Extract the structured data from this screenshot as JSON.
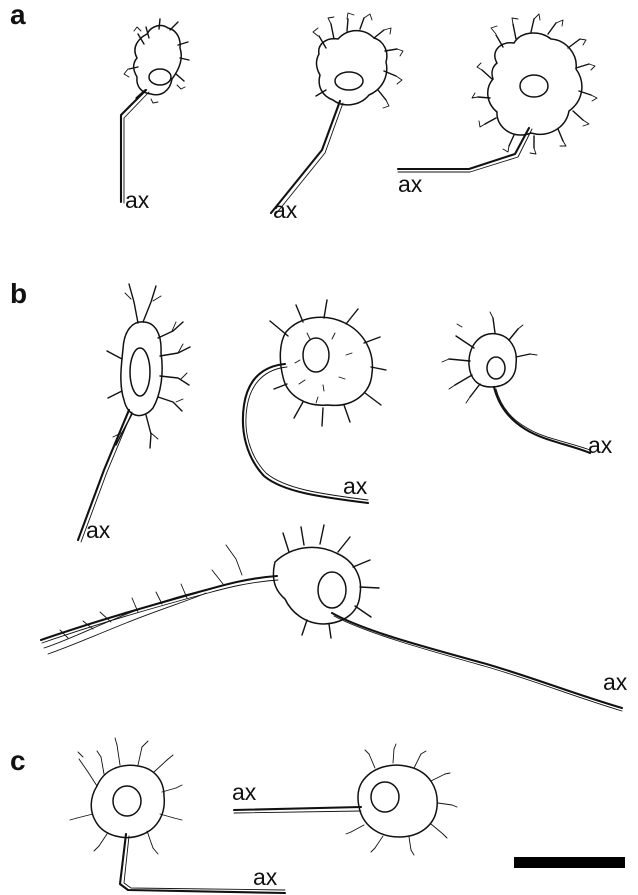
{
  "figure": {
    "panels": [
      {
        "id": "a",
        "label": "a",
        "axon_labels": [
          "ax",
          "ax",
          "ax"
        ]
      },
      {
        "id": "b",
        "label": "b",
        "axon_labels": [
          "ax",
          "ax",
          "ax",
          "ax"
        ]
      },
      {
        "id": "c",
        "label": "c",
        "axon_labels": [
          "ax",
          "ax"
        ]
      }
    ]
  },
  "colors": {
    "ink": "#111111",
    "background": "#ffffff",
    "scale_bar": "#000000"
  }
}
